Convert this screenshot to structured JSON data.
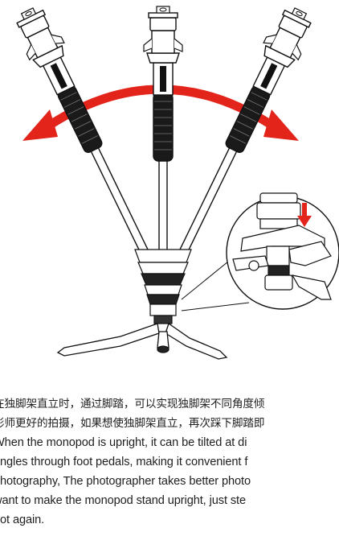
{
  "illustration": {
    "subject": "monopod-with-fluid-base-tilting",
    "icons": [
      "monopod-tilted-left-icon",
      "monopod-upright-icon",
      "monopod-tilted-right-icon",
      "tilt-arrow-icon",
      "foot-pedal-detail-icon",
      "press-down-arrow-icon"
    ],
    "colors": {
      "arrow": "#e3241b",
      "line": "#111111"
    }
  },
  "caption": {
    "lines": [
      "在独脚架直立时，通过脚踏，可以实现独脚架不同角度倾",
      "影师更好的拍摄，如果想使独脚架直立，再次踩下脚踏即",
      "When the monopod is upright, it can be tilted at di",
      "angles through foot pedals, making it convenient f",
      "photography, The photographer takes better photo",
      "want to make the monopod stand upright, just ste",
      "oot again."
    ]
  }
}
